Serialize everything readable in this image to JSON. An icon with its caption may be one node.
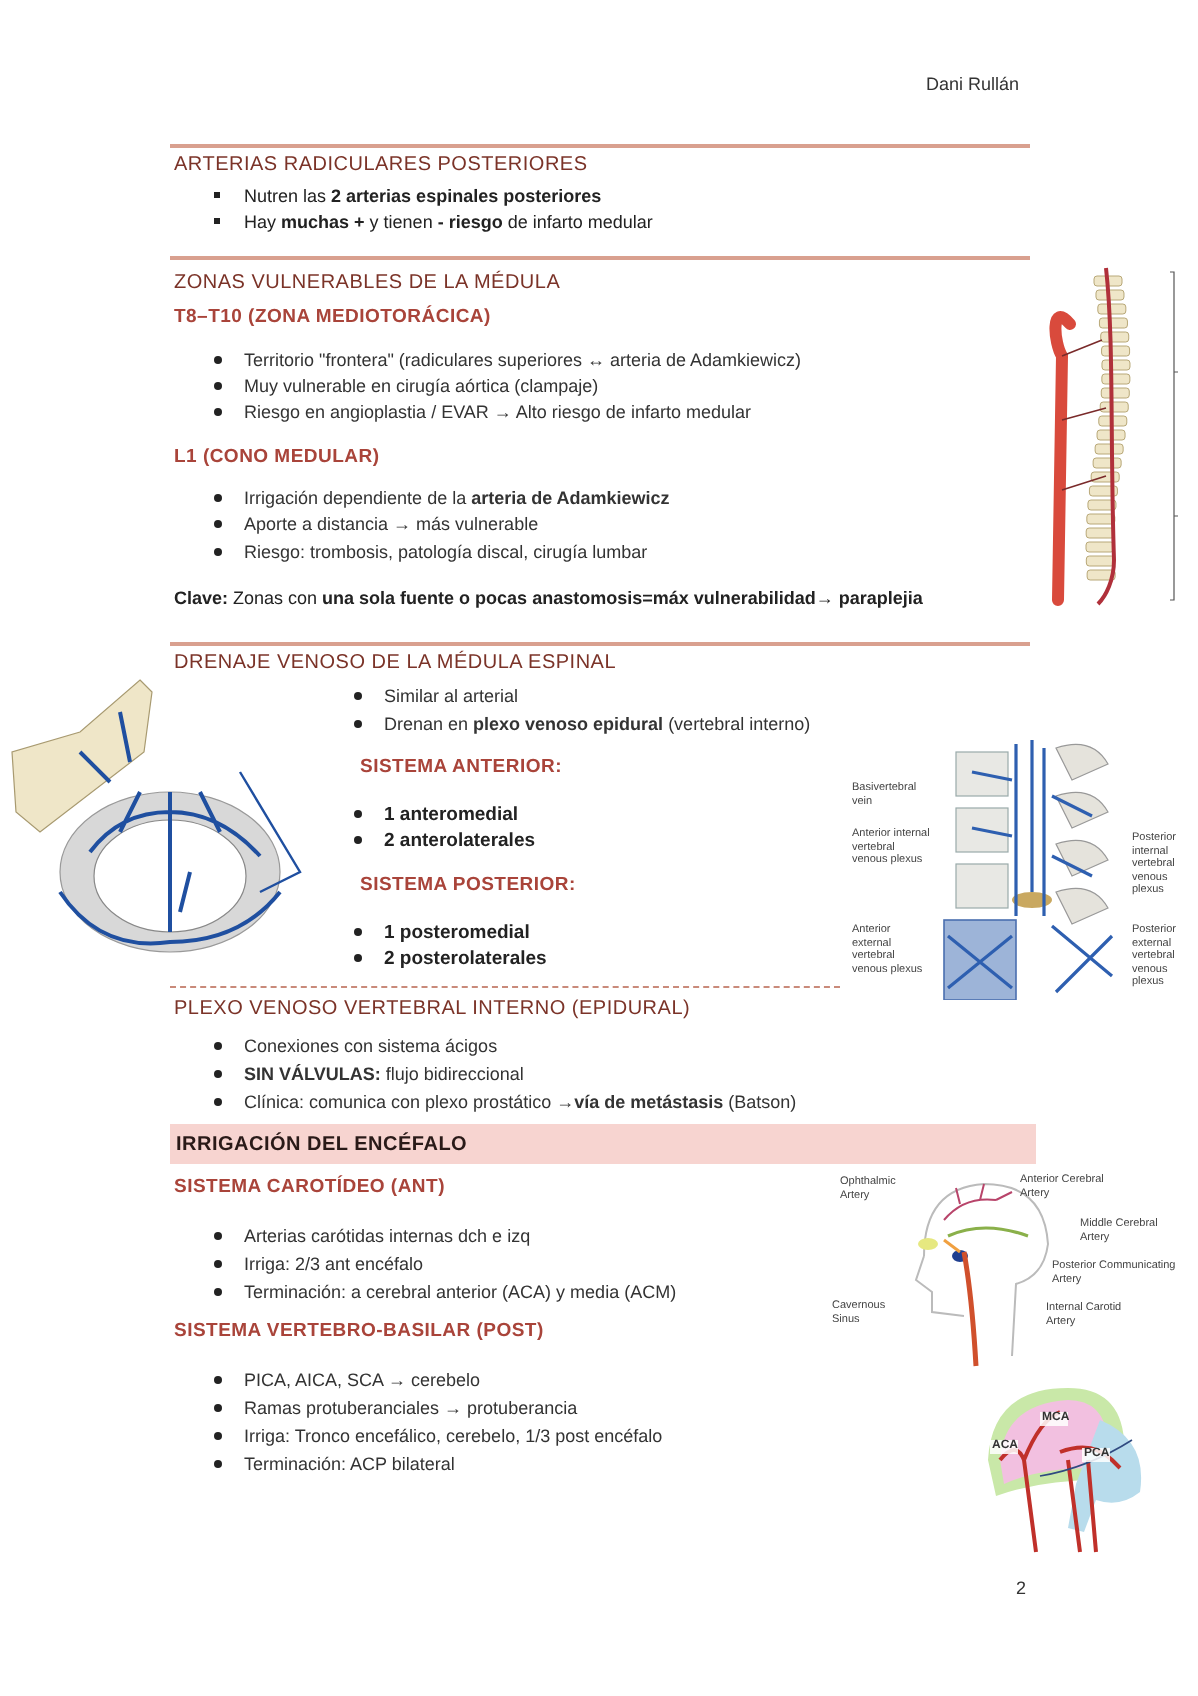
{
  "diagram": {
    "nodes": [
      {
        "text": [
          "IRRIGACIÓN DEL ENCÉFALO"
        ]
      }
    ],
    "labels": [
      "Dani Rullán",
      "ARTERIAS RADICULARES POSTERIORES",
      "Nutren las **2 arterias espinales posteriores**",
      "Hay **muchas +** y tienen **- riesgo** de infarto medular",
      "ZONAS VULNERABLES DE LA MÉDULA",
      "T8–T10 (ZONA MEDIOTORÁCICA)",
      "Territorio \"frontera\" (radiculares superiores ↔ arteria de Adamkiewicz)",
      "Muy vulnerable en cirugía aórtica (clampaje)",
      "Riesgo en angioplastia / EVAR → Alto riesgo de infarto medular",
      "L1 (CONO MEDULAR)",
      "Irrigación dependiente de la **arteria de Adamkiewicz**",
      "Aporte a distancia → más vulnerable",
      "Riesgo: trombosis, patología discal, cirugía lumbar",
      "**Clave:** Zonas con **una sola fuente o pocas anastomosis=máx vulnerabilidad→ paraplejia**",
      "DRENAJE VENOSO DE LA MÉDULA ESPINAL",
      "Similar al arterial",
      "Drenan en **plexo venoso epidural** (vertebral interno)",
      "SISTEMA ANTERIOR:",
      "1 anteromedial",
      "2 anterolaterales",
      "SISTEMA POSTERIOR:",
      "1 posteromedial",
      "2 posterolaterales",
      "PLEXO VENOSO VERTEBRAL INTERNO (EPIDURAL)",
      "Conexiones con sistema ácigos",
      "**SIN VÁLVULAS:** flujo bidireccional",
      "Clínica: comunica con plexo prostático →**vía de metástasis** (Batson)",
      "SISTEMA CAROTÍDEO (ANT)",
      "Arterias carótidas internas dch e izq",
      "Irriga: 2/3 ant encéfalo",
      "Terminación: a cerebral anterior (ACA) y media (ACM)",
      "SISTEMA VERTEBRO-BASILAR (POST)",
      "PICA, AICA, SCA → cerebelo",
      "Ramas protuberanciales → protuberancia",
      "Irriga: Tronco encefálico, cerebelo, 1/3 post encéfalo",
      "Terminación: ACP bilateral",
      "2",
      "Basivertebral vein",
      "Anterior internal vertebral venous plexus",
      "Posterior internal vertebral venous plexus",
      "Anterior external vertebral venous plexus",
      "Posterior external vertebral venous plexus",
      "Ophthalmic Artery",
      "Anterior Cerebral Artery",
      "Middle Cerebral Artery",
      "Posterior Communicating Artery",
      "Cavernous Sinus",
      "Internal Carotid Artery",
      "ACA",
      "MCA",
      "PCA"
    ]
  }
}
